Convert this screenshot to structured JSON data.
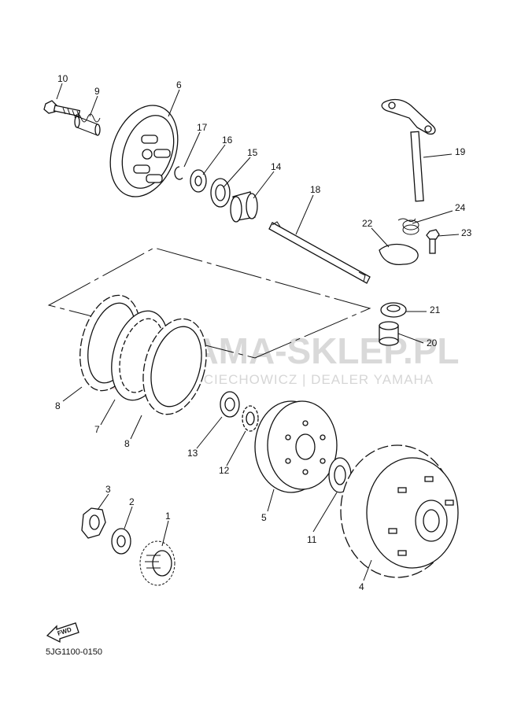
{
  "watermark": {
    "brand": "YAMA-SKLEP.PL",
    "tagline": "WOJCIECHOWICZ | DEALER YAMAHA",
    "color": "#d9d9d9",
    "logo_color": "#e9b8b8"
  },
  "callouts": [
    "10",
    "9",
    "6",
    "17",
    "16",
    "15",
    "14",
    "18",
    "19",
    "24",
    "23",
    "22",
    "21",
    "20",
    "8",
    "7",
    "8",
    "13",
    "12",
    "5",
    "11",
    "4",
    "3",
    "2",
    "1"
  ],
  "fwd_label": "FWD",
  "diagram_code": "5JG1100-0150"
}
